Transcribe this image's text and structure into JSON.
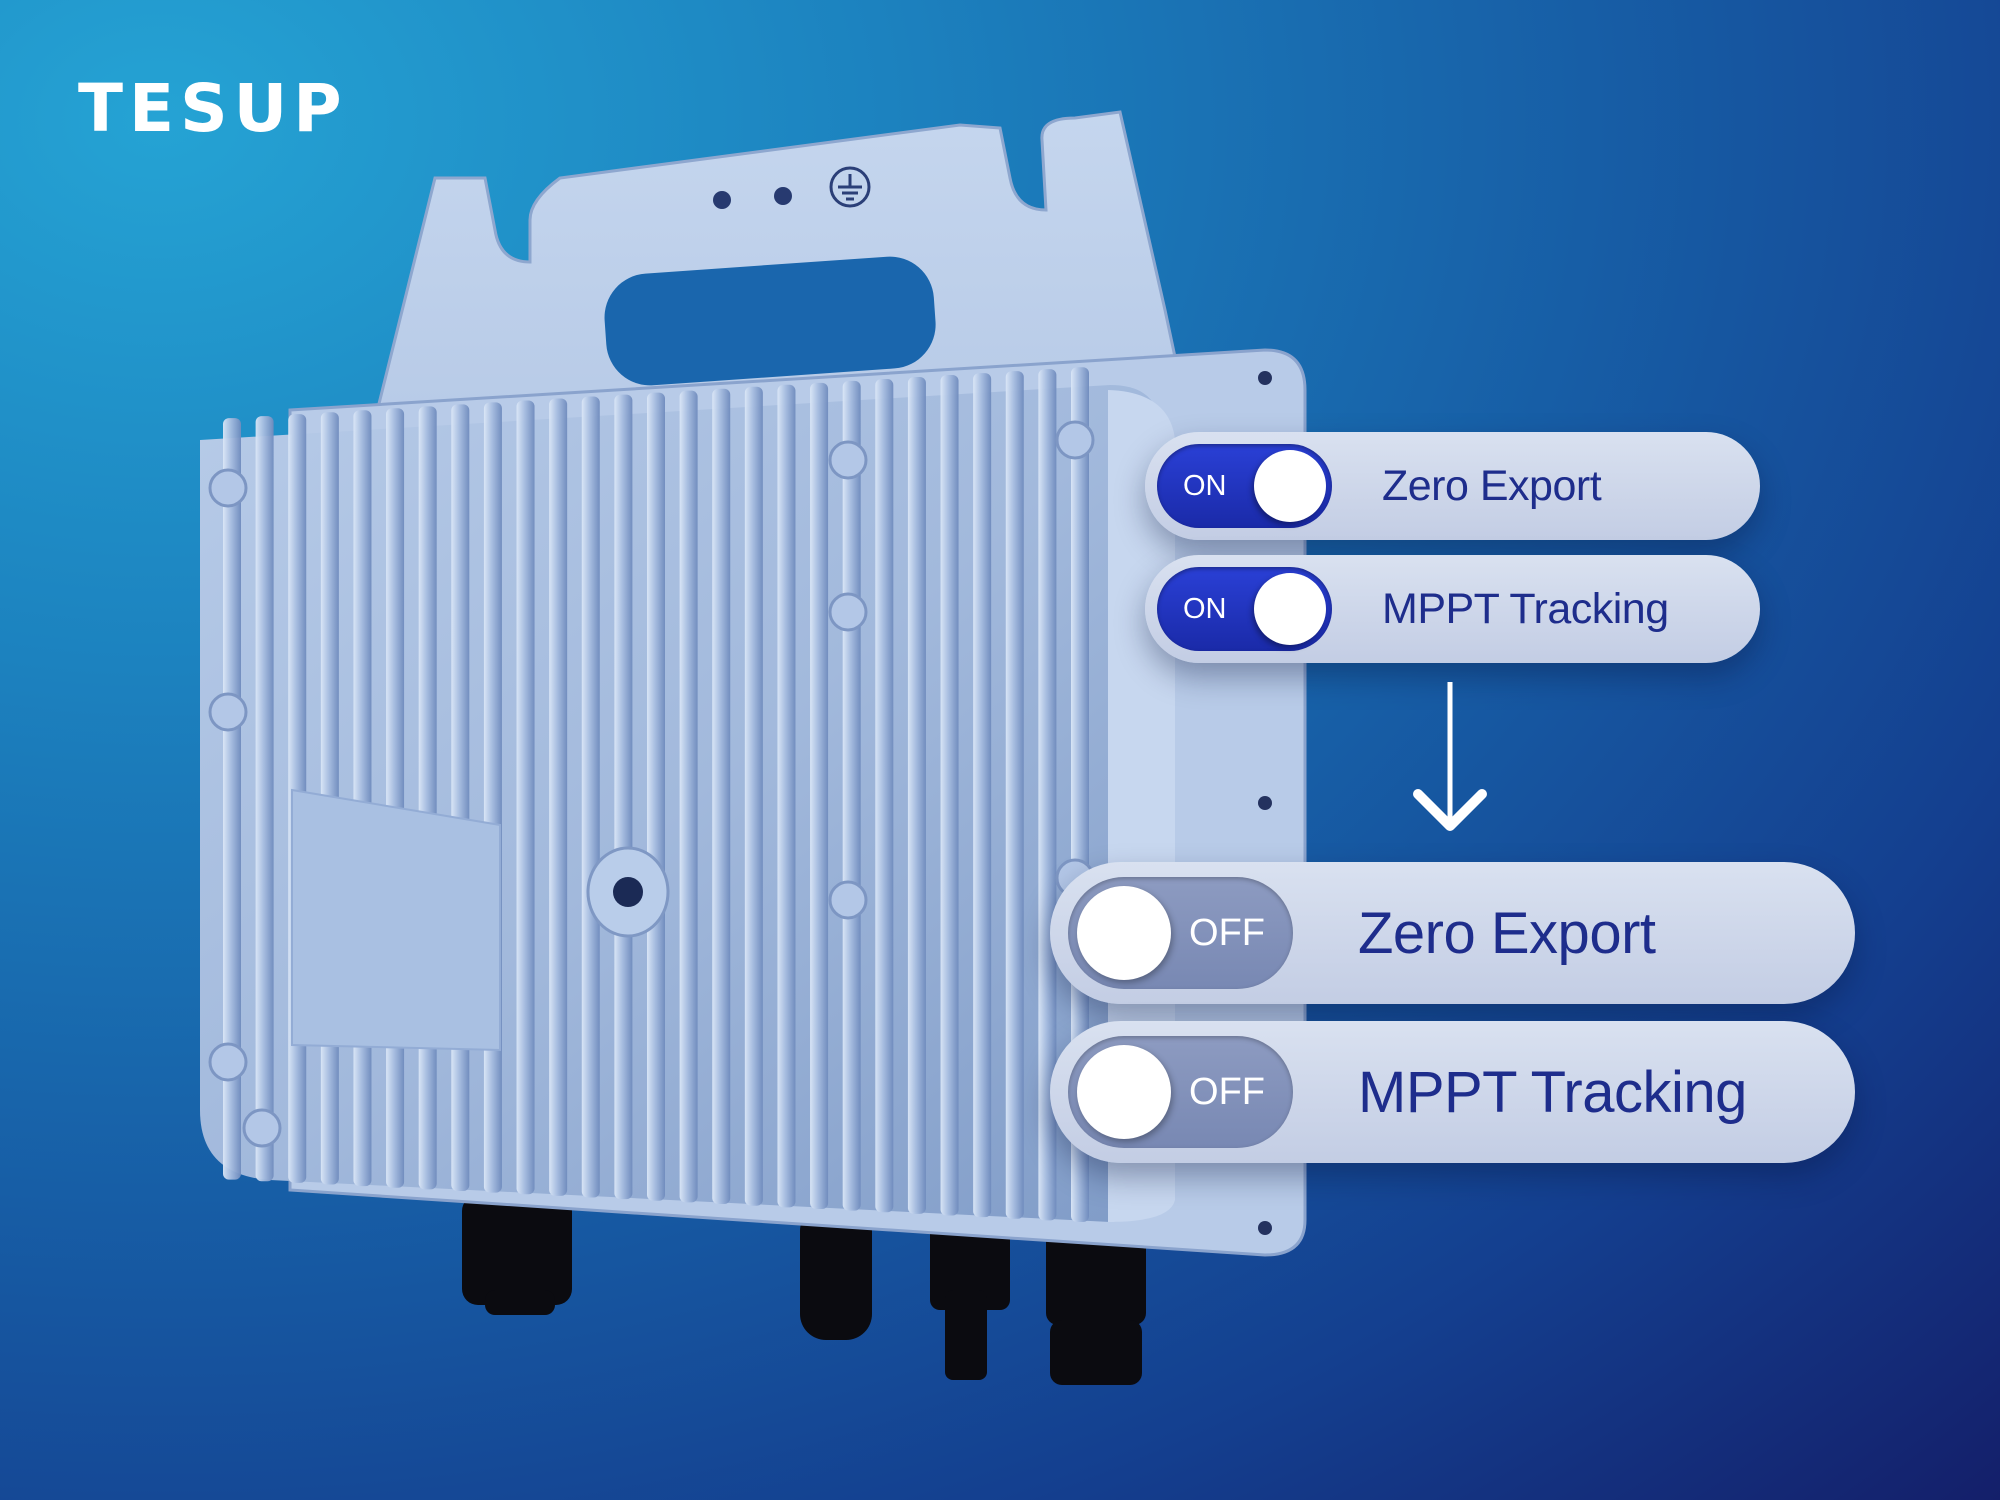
{
  "brand": {
    "name": "TESUP"
  },
  "before": {
    "zero_export": {
      "label": "Zero Export",
      "state": "ON"
    },
    "mppt": {
      "label": "MPPT Tracking",
      "state": "ON"
    }
  },
  "after": {
    "zero_export": {
      "label": "Zero Export",
      "state": "OFF"
    },
    "mppt": {
      "label": "MPPT Tracking",
      "state": "OFF"
    }
  },
  "colors": {
    "toggle_on": "#1a2aa8",
    "toggle_off": "#7888b3",
    "label_text": "#1e2d8c",
    "pill_bg": "#d2dbed",
    "device": "#a9c0e0"
  },
  "icons": {
    "transition": "arrow-down-icon",
    "ground": "ground-symbol-icon"
  }
}
